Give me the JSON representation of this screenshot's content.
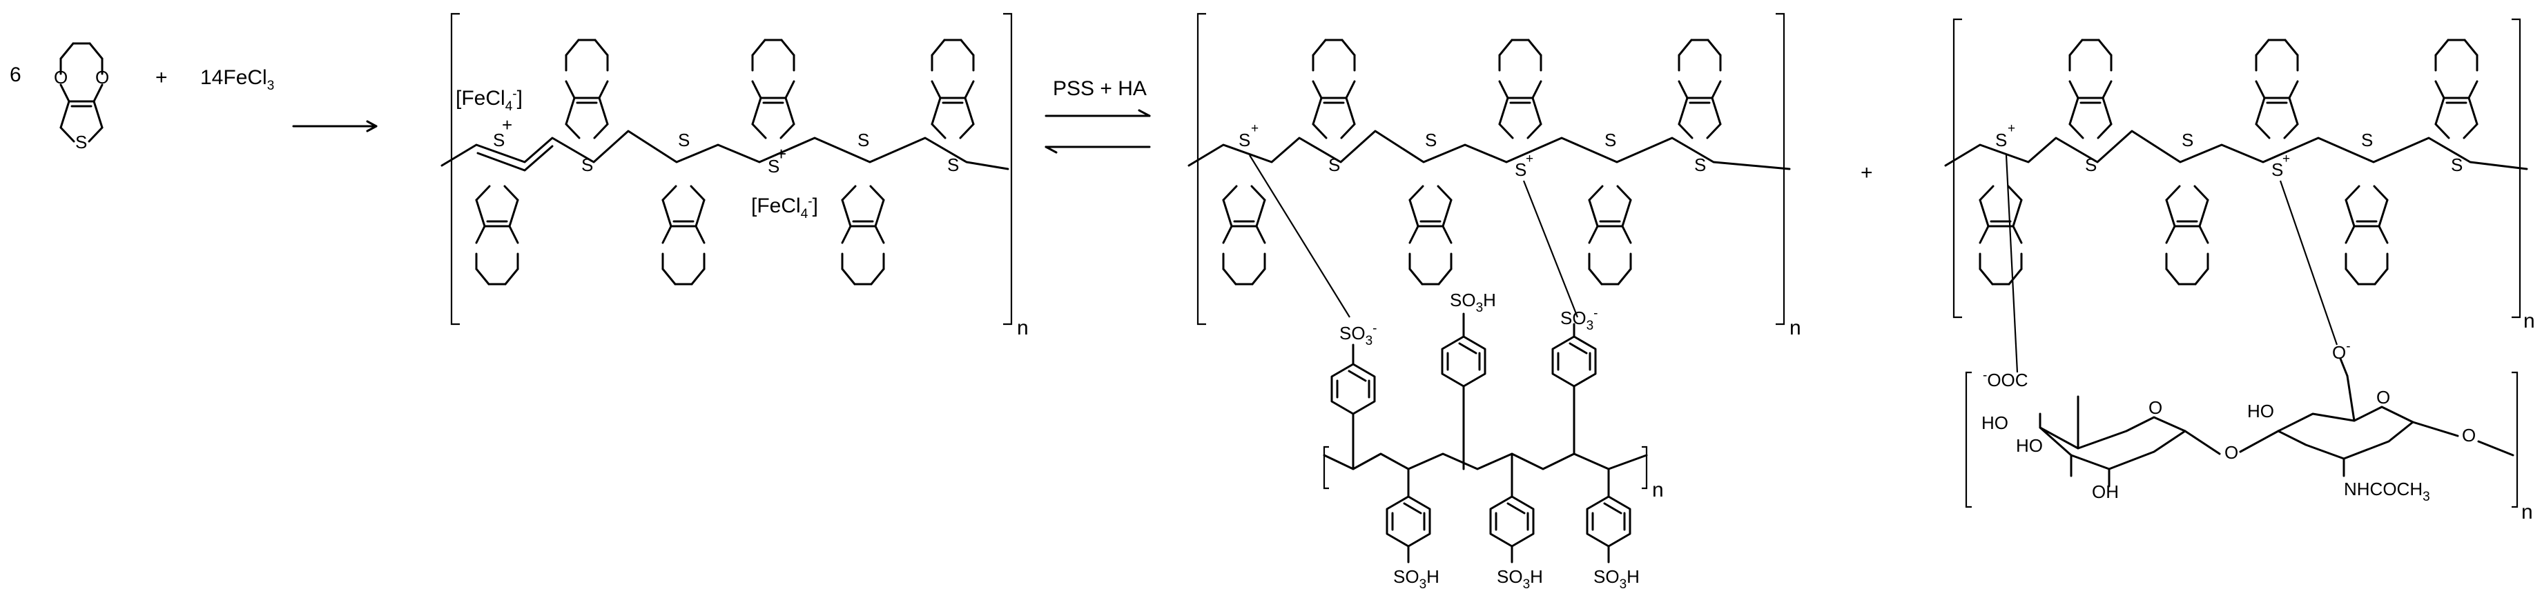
{
  "reactants": {
    "coefficient": "6",
    "plus": "+",
    "oxidant": "14FeCl",
    "oxidant_sub": "3"
  },
  "first_product": {
    "counterion_1": "[FeCl",
    "counterion_2": "[FeCl",
    "counterion_sub": "4",
    "counterion_sup": "-",
    "counterion_close": "]",
    "repeat": "n"
  },
  "equilibrium": {
    "condition": "PSS + HA"
  },
  "pss_complex": {
    "sulfonate": "SO",
    "sulfonate_sub": "3",
    "sulfonate_sup": "-",
    "sulfonic_acid": "SO",
    "sulfonic_acid_sub": "3",
    "sulfonic_acid_h": "H",
    "repeat_outer": "n",
    "repeat_inner": "n"
  },
  "product_plus": "+",
  "ha_complex": {
    "carboxylate": "OOC",
    "carboxylate_sup": "-",
    "ho_label": "HO",
    "oh_label": "OH",
    "oxy_minus": "O",
    "oxy_minus_sup": "-",
    "acetamido": "NHCOCH",
    "acetamido_sub": "3",
    "repeat_outer": "n",
    "repeat_inner": "n"
  },
  "atoms": {
    "oxygen": "O",
    "sulfur": "S",
    "cation": "+"
  }
}
